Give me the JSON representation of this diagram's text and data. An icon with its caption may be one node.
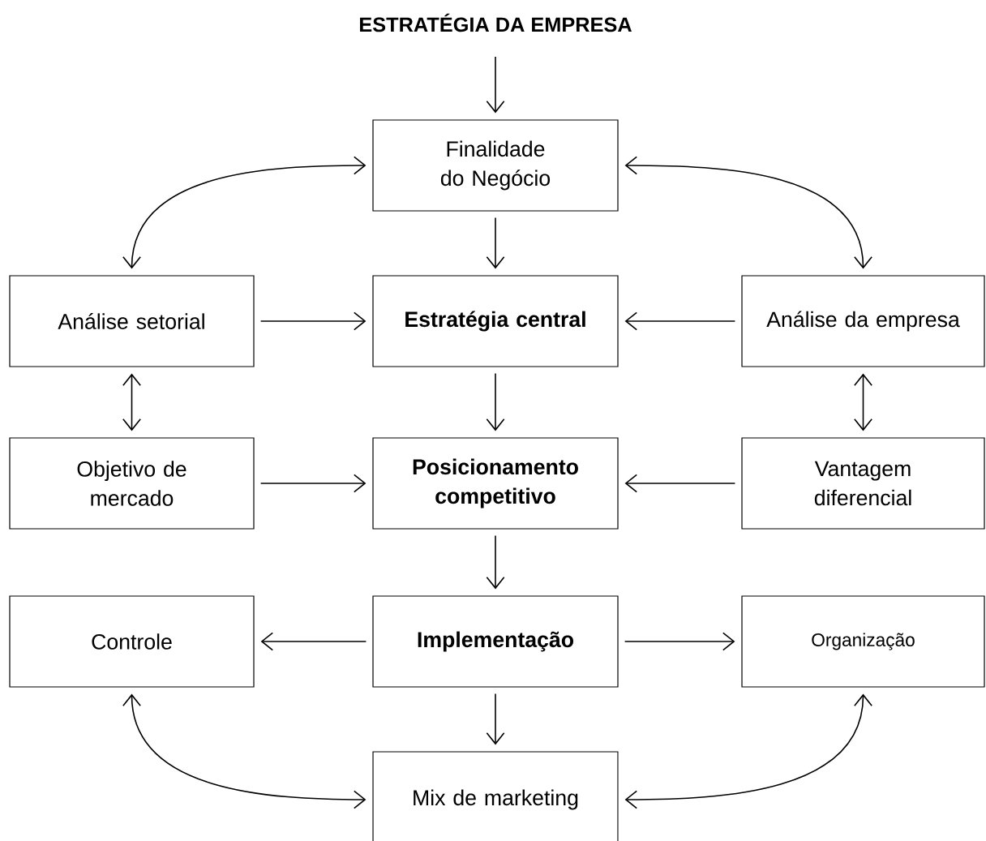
{
  "diagram": {
    "title": "ESTRATÉGIA DA EMPRESA",
    "nodes": [
      {
        "text": [
          "Finalidade do Negócio"
        ]
      },
      {
        "text": [
          "Análise setorial"
        ]
      },
      {
        "text": [
          "Estratégia central"
        ]
      },
      {
        "text": [
          "Análise da empresa"
        ]
      },
      {
        "text": [
          "Objetivo de mercado"
        ]
      },
      {
        "text": [
          "Posicionamento competitivo"
        ]
      },
      {
        "text": [
          "Vantagem diferencial"
        ]
      },
      {
        "text": [
          "Controle"
        ]
      },
      {
        "text": [
          "Implementação"
        ]
      },
      {
        "text": [
          "Organização"
        ]
      },
      {
        "text": [
          "Mix de marketing"
        ]
      }
    ],
    "edges": [
      {
        "from": null,
        "to": 0,
        "arrow": "to"
      },
      {
        "from": 0,
        "to": 1,
        "arrow": "both"
      },
      {
        "from": 0,
        "to": 3,
        "arrow": "both"
      },
      {
        "from": 0,
        "to": 2,
        "arrow": "to"
      },
      {
        "from": 1,
        "to": 2,
        "arrow": "to"
      },
      {
        "from": 3,
        "to": 2,
        "arrow": "to"
      },
      {
        "from": 1,
        "to": 4,
        "arrow": "both"
      },
      {
        "from": 3,
        "to": 6,
        "arrow": "both"
      },
      {
        "from": 2,
        "to": 5,
        "arrow": "to"
      },
      {
        "from": 4,
        "to": 5,
        "arrow": "to"
      },
      {
        "from": 6,
        "to": 5,
        "arrow": "to"
      },
      {
        "from": 5,
        "to": 8,
        "arrow": "to"
      },
      {
        "from": 8,
        "to": 7,
        "arrow": "to"
      },
      {
        "from": 8,
        "to": 9,
        "arrow": "to"
      },
      {
        "from": 8,
        "to": 10,
        "arrow": "to"
      },
      {
        "from": 7,
        "to": 10,
        "arrow": "both"
      },
      {
        "from": 9,
        "to": 10,
        "arrow": "both"
      }
    ]
  }
}
